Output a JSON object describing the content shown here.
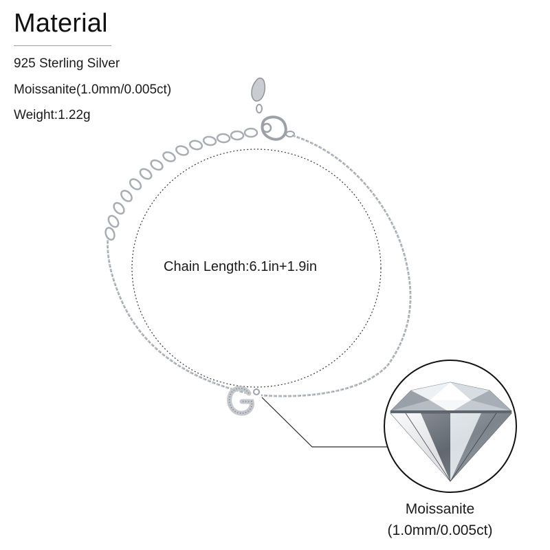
{
  "header": {
    "title": "Material"
  },
  "specs": [
    "925 Sterling Silver",
    "Moissanite(1.0mm/0.005ct)",
    "Weight:1.22g"
  ],
  "chain": {
    "length_label": "Chain Length:6.1in+1.9in"
  },
  "stone": {
    "caption_line1": "Moissanite",
    "caption_line2": "(1.0mm/0.005ct)"
  },
  "colors": {
    "silver": "#b9bcc0",
    "silver_dark": "#8e9297",
    "guide_line": "#2a2a2a",
    "circle_stroke": "#111111"
  }
}
